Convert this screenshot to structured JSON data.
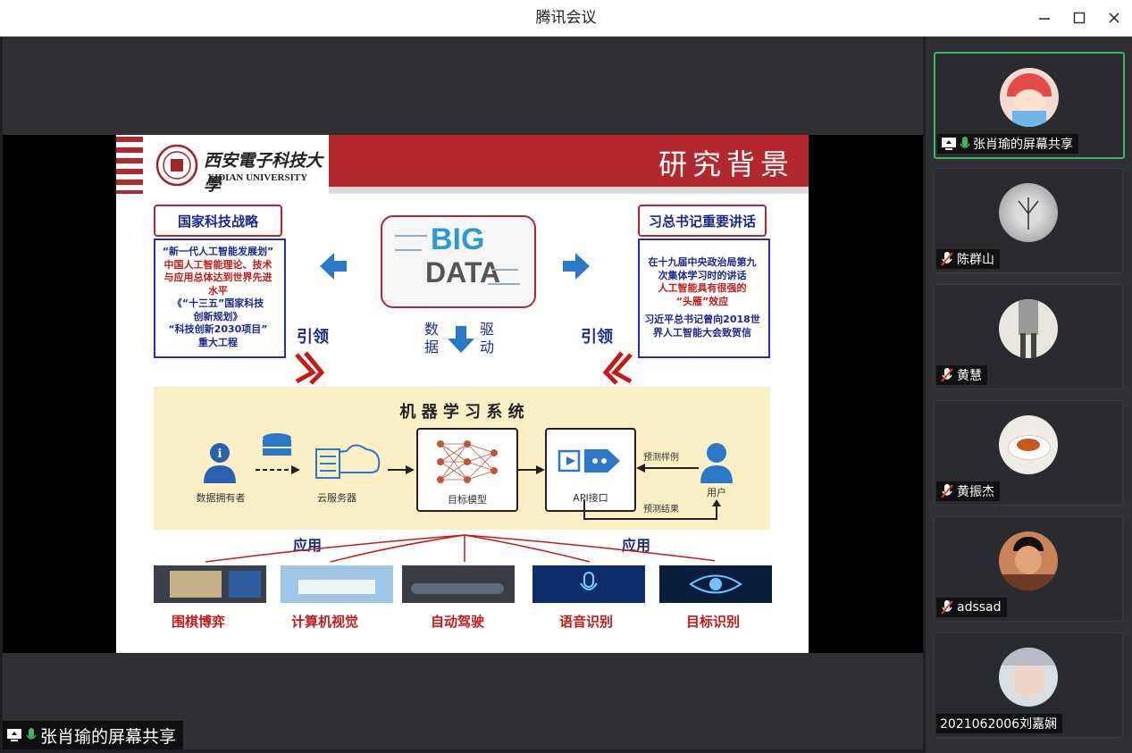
{
  "window": {
    "title": "腾讯会议"
  },
  "share_label": "张肖瑜的屏幕共享",
  "slide": {
    "university_cn": "西安電子科技大學",
    "university_en": "XIDIAN UNIVERSITY",
    "heading": "研究背景",
    "left_box_title": "国家科技战略",
    "left_box_lines": [
      "“新一代人工智能发展划”",
      "中国人工智能理论、技术",
      "与应用总体达到世界先进",
      "水平",
      "《“十三五”国家科技",
      "创新规划》",
      "“科技创新2030项目”",
      "重大工程"
    ],
    "right_box_title": "习总书记重要讲话",
    "right_box_lines": [
      "在十九届中央政治局第九",
      "次集体学习时的讲话",
      "人工智能具有很强的",
      "“头雁”效应",
      "习近平总书记曾向2018世",
      "界人工智能大会致贺信"
    ],
    "big": "BIG",
    "data": "DATA",
    "lead_left": "引领",
    "lead_right": "引领",
    "drive_left": [
      "数",
      "据"
    ],
    "drive_right": [
      "驱",
      "动"
    ],
    "ml_title": "机 器 学 习 系 统",
    "data_owner": "数据拥有者",
    "cloud_server": "云服务器",
    "target_model": "目标模型",
    "api": "API接口",
    "user": "用户",
    "predict_sample": "预测样例",
    "predict_result": "预测结果",
    "apply_left": "应用",
    "apply_right": "应用",
    "apps": [
      "围棋博弈",
      "计算机视觉",
      "自动驾驶",
      "语音识别",
      "目标识别"
    ]
  },
  "participants": [
    {
      "name": "张肖瑜的屏幕共享",
      "sharing": true,
      "mic": "on"
    },
    {
      "name": "陈群山",
      "sharing": false,
      "mic": "muted"
    },
    {
      "name": "黄慧",
      "sharing": false,
      "mic": "muted"
    },
    {
      "name": "黄振杰",
      "sharing": false,
      "mic": "muted"
    },
    {
      "name": "adssad",
      "sharing": false,
      "mic": "muted"
    },
    {
      "name": "2021062006刘嘉娴",
      "sharing": false,
      "mic": "none"
    }
  ],
  "colors": {
    "accent_red": "#c41a1a",
    "navy": "#1b2a8a",
    "speaking_green": "#3fb36a"
  }
}
